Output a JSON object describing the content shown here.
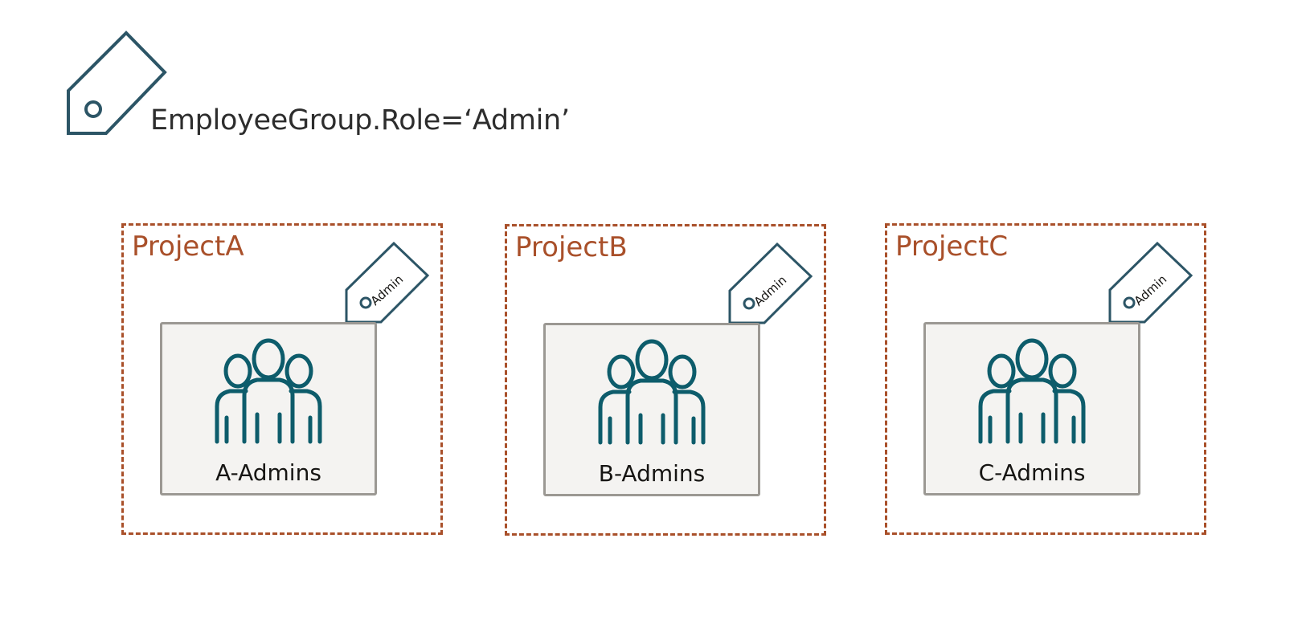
{
  "header": {
    "tag_icon": "tag-icon",
    "tag_label": "EmployeeGroup.Role=‘Admin’"
  },
  "projects": [
    {
      "title": "ProjectA",
      "tag_label": "Admin",
      "group_label": "A-Admins",
      "group_icon": "people-group-icon"
    },
    {
      "title": "ProjectB",
      "tag_label": "Admin",
      "group_label": "B-Admins",
      "group_icon": "people-group-icon"
    },
    {
      "title": "ProjectC",
      "tag_label": "Admin",
      "group_label": "C-Admins",
      "group_icon": "people-group-icon"
    }
  ],
  "colors": {
    "tag_stroke": "#2c5566",
    "people_icon": "#0d5c6b",
    "project_border": "#a9502a",
    "card_fill": "#f4f3f1",
    "card_border": "#9b9893"
  }
}
